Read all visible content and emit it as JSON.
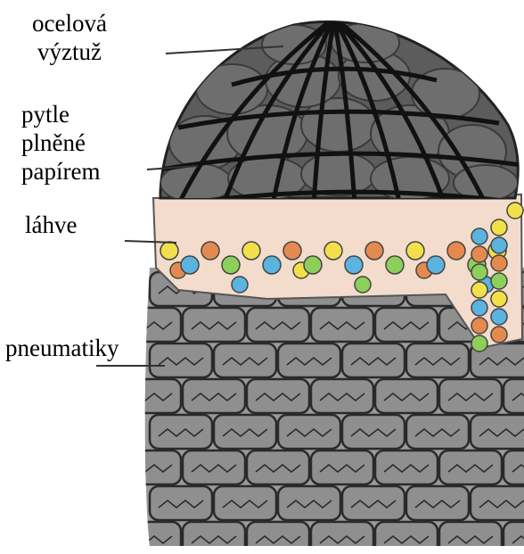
{
  "diagram": {
    "labels": {
      "steel": [
        "ocelová",
        "výztuž"
      ],
      "bags": [
        "pytle",
        "plněné",
        "papírem"
      ],
      "bottles": "láhve",
      "tyres": "pneumatiky"
    },
    "colors": {
      "background": "#ffffff",
      "dome_fill": "#5c5c5c",
      "dome_stone": "#6e6e6e",
      "steel_frame": "#111111",
      "band_fill": "#f3dccb",
      "tyre_fill": "#8f8f8f",
      "tyre_line": "#2a2a2a",
      "bottle_colors": [
        "#f2e04a",
        "#5bb3e0",
        "#e58a4f",
        "#8ccf5a"
      ]
    }
  }
}
